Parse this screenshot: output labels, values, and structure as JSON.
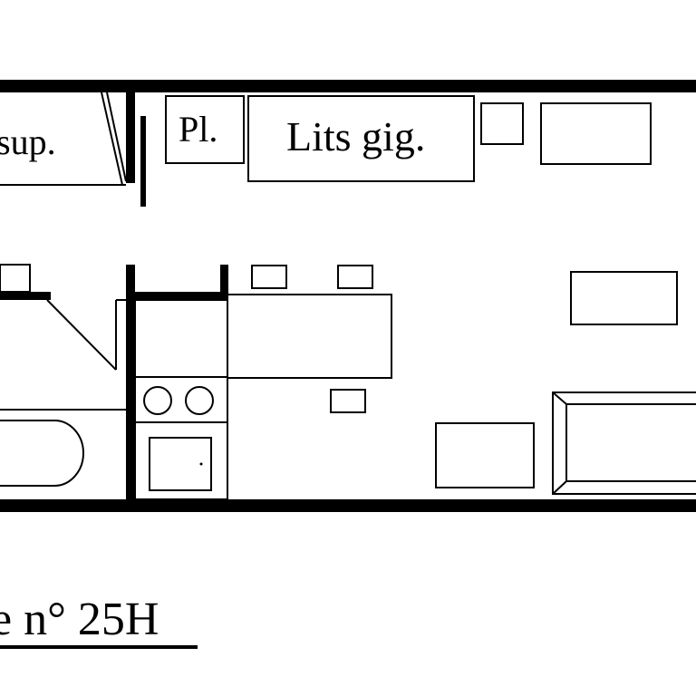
{
  "plan": {
    "labels": {
      "bed_sup": "sup.",
      "placard": "Pl.",
      "lits": "Lits gig."
    },
    "caption": "e n° 25H"
  },
  "colors": {
    "ink": "#000000",
    "paper": "#ffffff"
  }
}
